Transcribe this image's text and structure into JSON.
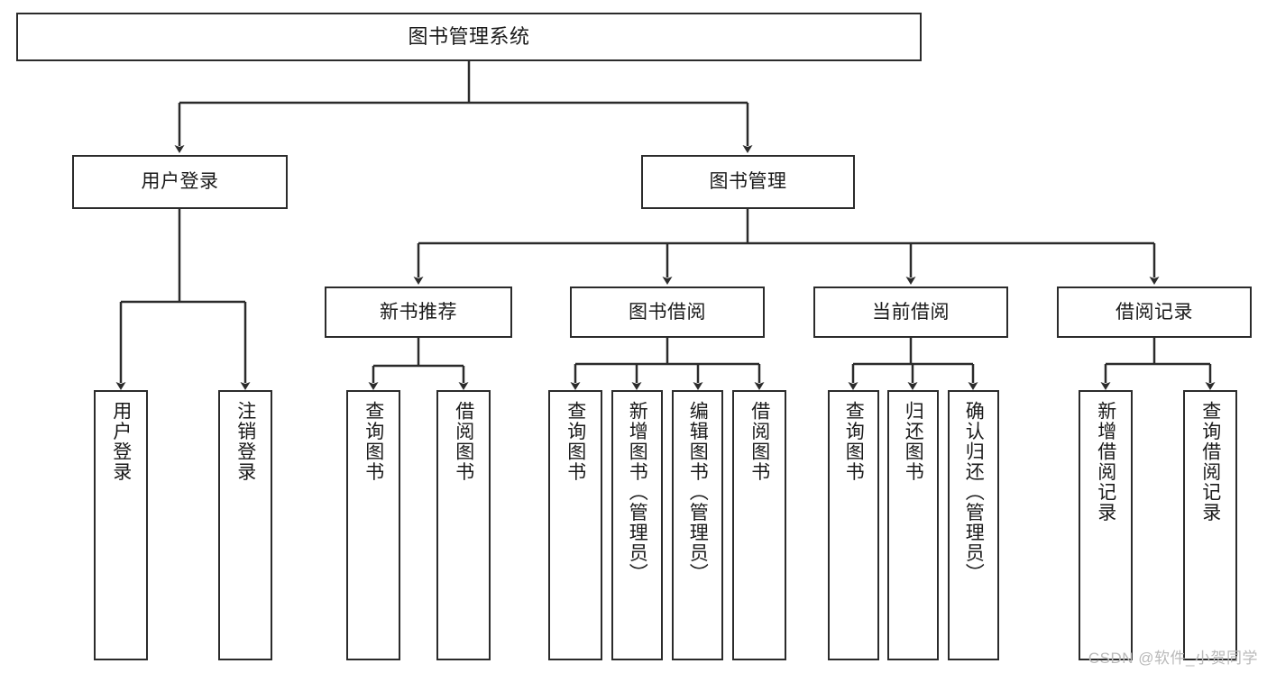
{
  "diagram": {
    "title": "图书管理系统",
    "type": "tree-hierarchy",
    "root": {
      "label": "图书管理系统"
    },
    "level2": [
      {
        "id": "user-login",
        "label": "用户登录"
      },
      {
        "id": "book-management",
        "label": "图书管理"
      }
    ],
    "level3": [
      {
        "id": "new-book-recommend",
        "label": "新书推荐",
        "parent": "book-management"
      },
      {
        "id": "book-borrow",
        "label": "图书借阅",
        "parent": "book-management"
      },
      {
        "id": "current-borrow",
        "label": "当前借阅",
        "parent": "book-management"
      },
      {
        "id": "borrow-record",
        "label": "借阅记录",
        "parent": "book-management"
      }
    ],
    "leaves": {
      "user_login": [
        {
          "id": "leaf-user-login",
          "label": "用户登录"
        },
        {
          "id": "leaf-logout",
          "label": "注销登录"
        }
      ],
      "new_book_recommend": [
        {
          "id": "leaf-query-book-1",
          "label": "查询图书"
        },
        {
          "id": "leaf-borrow-book-1",
          "label": "借阅图书"
        }
      ],
      "book_borrow": [
        {
          "id": "leaf-query-book-2",
          "label": "查询图书"
        },
        {
          "id": "leaf-add-book",
          "label": "新增图书（管理员）"
        },
        {
          "id": "leaf-edit-book",
          "label": "编辑图书（管理员）"
        },
        {
          "id": "leaf-borrow-book-2",
          "label": "借阅图书"
        }
      ],
      "current_borrow": [
        {
          "id": "leaf-query-book-3",
          "label": "查询图书"
        },
        {
          "id": "leaf-return-book",
          "label": "归还图书"
        },
        {
          "id": "leaf-confirm-return",
          "label": "确认归还（管理员）"
        }
      ],
      "borrow_record": [
        {
          "id": "leaf-add-record",
          "label": "新增借阅记录"
        },
        {
          "id": "leaf-query-record",
          "label": "查询借阅记录"
        }
      ]
    }
  },
  "watermark": {
    "text": "CSDN @软件_小贺同学"
  },
  "colors": {
    "stroke": "#2b2b2b",
    "node_fill": "#ffffff",
    "text": "#1a1a1a",
    "watermark": "#b9b9b9",
    "background": "#ffffff"
  }
}
